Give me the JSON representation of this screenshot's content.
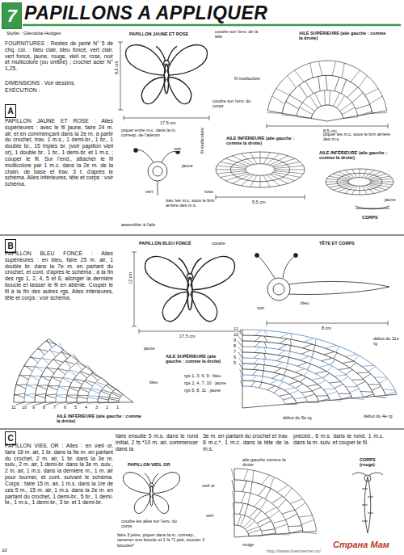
{
  "diagram": {
    "title": "PAPILLONS A APPLIQUER",
    "nodes": [
      {
        "text": [
          "7"
        ]
      },
      {
        "text": [
          "A"
        ]
      },
      {
        "text": [
          "B"
        ]
      },
      {
        "text": [
          "C"
        ]
      }
    ],
    "labels": [
      "Stylist : Glendola Hodges",
      "FOURNITURES : Restes de perlé N° 5 de chq. col. : bleu clair, bleu foncé, vert clair, vert foncé, jaune, rouge, vieil or, rose, noir et multicolore (ou ombré) ; crochet acier N° 1,25.",
      "DIMENSIONS : Voir dessins.",
      "EXÉCUTION :",
      "PAPILLON JAUNE ET ROSE : Ailes supérieures : avec le fil jaune, faire 24 m. air, et en commençant dans la 2e m. à partir du crochet, trav. 1 m.s., 1 demi-br., 1 br., 1 double br., 15 triples br. (voir papillon vieil or), 1 double br., 1 br., 1 demi-br. et 1 m.s. ; couper le fil. Sur l'end., attacher le fil multicolore par 1 m.c. dans la 2e m. de la chaîn. de base et trav. 3 t. d'après le schéma. Ailes inférieures, tête et corps : voir schéma.",
      "PAPILLON BLEU FONCÉ : Ailes supérieures : en bleu, faire 25 m. air, 1 double br. dans la 7e m. en partant du crochet, et cont. d'après le schéma ; à la fin des rgs 1, 2, 4, 5 et 8, allonger la dernière boucle et laisser le fil en attente. Couper le fil à la fin des autres rgs. Ailes inférieures, tête et corps : voir schéma.",
      "PAPILLON VIEIL OR : Ailes : en vieil or, faire 18 m. air, 1 br. dans la 9e m. en partant du crochet, 2 m. air, 1 br. dans la 3e m. suiv., 2 m. air, 1 demi-br. dans la 3e m. suiv., 2 m. air, 1 m.s. dans la dernière m., 1 m. air pour tourner, et cont. suivant le schéma. Corps : faire 15 m. air, 1 m.s. dans la 1re de ces 5 m., 15 m. air, 1 m.s. dans la 2e m. en partant du crochet, 1 demi-br., 5 br., 1 demi-br., 1 m.s., 1 demi-br., 3 br. et 1 demi-br.",
      "faire ensuite 5 m.s. dans le rond initial, 2 fs *10 m. air, commencer dans la",
      "3e m. en partant du crochet et trav. 8 m.c.*, 1 m.c. dans la tête de la m.s.",
      "précéd., 6 m.s. dans le rond, 1 m.c. dans la m. suiv. et couper le fil.",
      "PAPILLON JAUNE ET ROSE",
      "coudre sur l'env. de la tête",
      "8,5 cm",
      "17,5 cm",
      "coudre sur l'env. du corps",
      "AILE SUPÉRIEURE (aile gauche : comme la droite)",
      "fil multicolore",
      "8,5 cm",
      "piquer entre m.c. dans la m. corresp. de l'aileron",
      "noir",
      "jaune",
      "vert",
      "trav. les m.c. sous le brin arrière des m.s.",
      "assembler à l'aile",
      "AILE INFÉRIEURE (aile gauche : comme la droite)",
      "fil multicolore",
      "rose",
      "5,5 cm",
      "piquer les m.c. sous le brin arrière des m.s.",
      "AILE INFÉRIEURE (aile gauche : comme la droite)",
      "CORPS",
      "jaune",
      "PAPILLON BLEU FONCÉ",
      "coudre",
      "12 cm",
      "17,5 cm",
      "TÊTE ET CORPS",
      "noir",
      "bleu",
      "8 cm",
      "11",
      "10",
      "9",
      "8",
      "7",
      "6",
      "5",
      "4",
      "3",
      "2",
      "1",
      "jaune",
      "bleu",
      "AILE INFÉRIEURE (aile gauche : comme la droite)",
      "11",
      "10",
      "9",
      "8",
      "7",
      "6",
      "5",
      "AILE SUPÉRIEURE (aile gauche : comme la droite)",
      "rgs 1, 3, 6, 9 : bleu",
      "rgs 2, 4, 7, 10 : jaune",
      "rgs 5, 8, 11 : jaune",
      "début du 11e rg",
      "début du 4e rg",
      "début du 5e rg",
      "PAPILLON VIEIL OR",
      "coudre les ailes sur l'env. du corps",
      "faire 3 jetés, piquer dans la m. corresp., ramener une boucle et 1 fs *1 jeté, écouler 2 boucles*",
      "aile gauche comme la droite",
      "vieil or",
      "vert",
      "rouge",
      "CORPS (rouge)",
      "http://www.liveinternet.ru/",
      "Страна Мам",
      "10"
    ]
  }
}
